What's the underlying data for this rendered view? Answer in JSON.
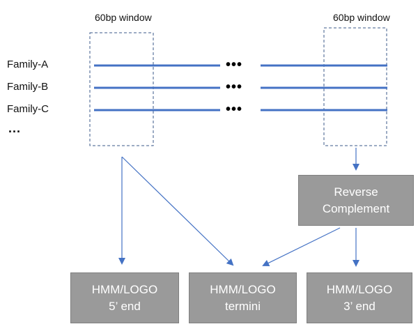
{
  "windows": {
    "left_label": "60bp window",
    "right_label": "60bp window"
  },
  "families": [
    "Family-A",
    "Family-B",
    "Family-C"
  ],
  "more_families": "...",
  "gap_marker": "•••",
  "boxes": {
    "reverse": {
      "line1": "Reverse",
      "line2": "Complement"
    },
    "five_prime": {
      "line1": "HMM/LOGO",
      "line2": "5’ end"
    },
    "termini": {
      "line1": "HMM/LOGO",
      "line2": "termini"
    },
    "three_prime": {
      "line1": "HMM/LOGO",
      "line2": "3’ end"
    }
  },
  "colors": {
    "line": "#4472c4",
    "box": "#9a9a9a",
    "box_text": "#ffffff"
  }
}
